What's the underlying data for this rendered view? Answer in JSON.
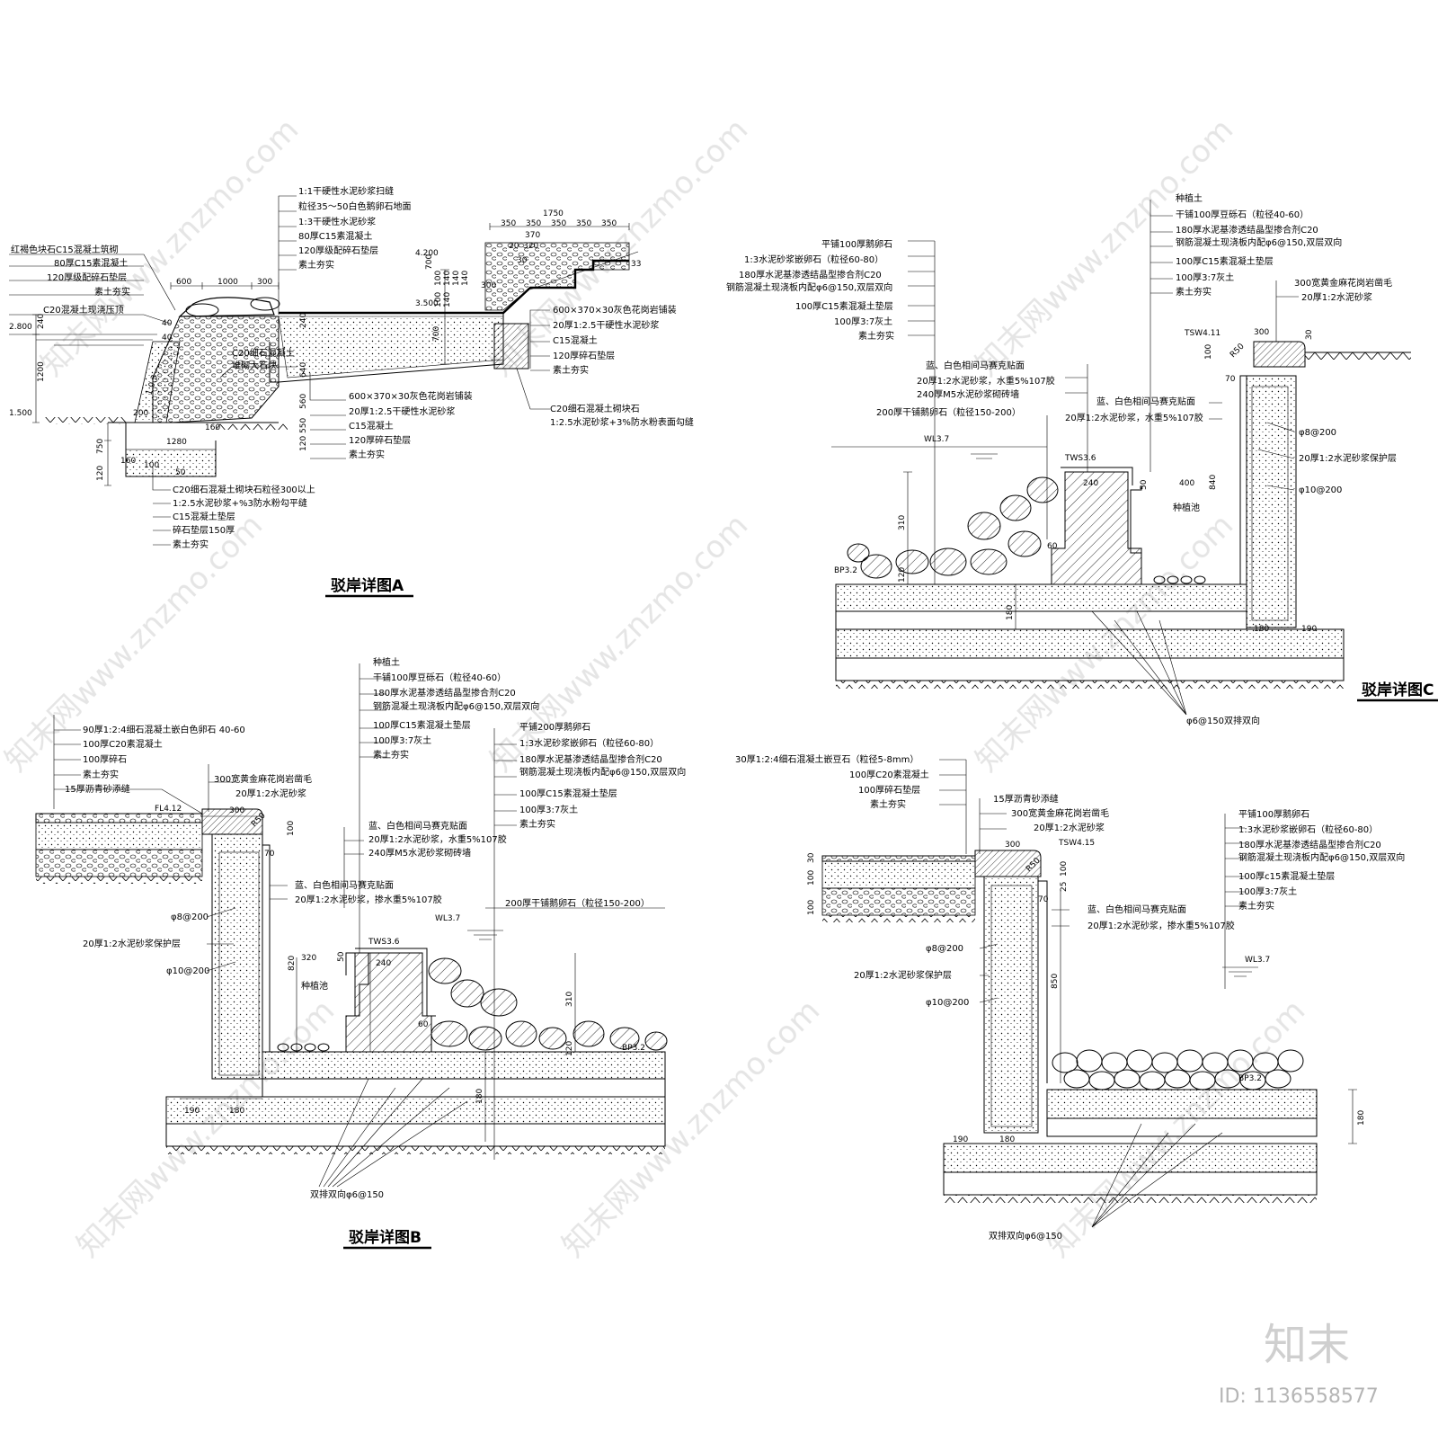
{
  "titles": {
    "a": "驳岸详图A",
    "b": "驳岸详图B",
    "c": "驳岸详图C"
  },
  "watermark": {
    "brand": "知末",
    "id": "ID: 1136558577",
    "site": "知末网www.znzmo.com"
  },
  "detail_a": {
    "labels_left": [
      "红褐色块石C15混凝土筑砌",
      "80厚C15素混凝土",
      "120厚级配碎石垫层",
      "素土夯实",
      "C20混凝土现浇压顶"
    ],
    "labels_top": [
      "1:1干硬性水泥砂浆扫缝",
      "粒径35～50白色鹅卵石地面",
      "1:3干硬性水泥砂浆",
      "80厚C15素混凝土",
      "120厚级配碎石垫层",
      "素土夯实"
    ],
    "labels_mid": [
      "C20细石混凝土",
      "堆砌大石块"
    ],
    "labels_bottom_mid": [
      "600×370×30灰色花岗岩铺装",
      "20厚1:2.5干硬性水泥砂浆",
      "C15混凝土",
      "120厚碎石垫层",
      "素土夯实"
    ],
    "labels_right": [
      "600×370×30灰色花岗岩铺装",
      "20厚1:2.5干硬性水泥砂浆",
      "C15混凝土",
      "120厚碎石垫层",
      "素土夯实"
    ],
    "labels_right2": [
      "C20细石混凝土砌块石",
      "1:2.5水泥砂浆+3%防水粉表面勾缝"
    ],
    "labels_bottom": [
      "C20细石混凝土砌块石粒径300以上",
      "1:2.5水泥砂浆+%3防水粉勾平缝",
      "C15混凝土垫层",
      "碎石垫层150厚",
      "素土夯实"
    ],
    "levels": [
      "2.800",
      "1.500",
      "4.200",
      "3.500"
    ],
    "dims_top": [
      "600",
      "1000",
      "300"
    ],
    "dims_stair": [
      "1750",
      "350",
      "350",
      "350",
      "350",
      "350",
      "370",
      "20",
      "320",
      "30",
      "300",
      "33"
    ],
    "dims_left": [
      "240",
      "1200",
      "40",
      "40",
      "200",
      "160",
      "750",
      "120",
      "1280",
      "160",
      "100",
      "50"
    ],
    "dims_vert": [
      "100",
      "140",
      "140",
      "100",
      "140",
      "700",
      "640",
      "560",
      "120",
      "550",
      "700",
      "240",
      "140"
    ],
    "slope": "1:0.3"
  },
  "detail_b": {
    "labels_left": [
      "90厚1:2:4细石混凝土嵌白色卵石 40-60",
      "100厚C20素混凝土",
      "100厚碎石",
      "素土夯实",
      "15厚沥青砂添缝"
    ],
    "labels_cap": [
      "300宽黄金麻花岗岩凿毛",
      "20厚1:2水泥砂浆"
    ],
    "labels_top": [
      "种植土",
      "干铺100厚豆砾石（粒径40-60）",
      "180厚水泥基渗透结晶型掺合剂C20",
      "钢筋混凝土现浇板内配φ6@150,双层双向",
      "100厚C15素混凝土垫层",
      "100厚3:7灰土",
      "素土夯实"
    ],
    "labels_right": [
      "平铺200厚鹅卵石",
      "1:3水泥砂浆嵌卵石（粒径60-80）",
      "180厚水泥基渗透结晶型掺合剂C20",
      "钢筋混凝土现浇板内配φ6@150,双层双向",
      "100厚C15素混凝土垫层",
      "100厚3:7灰土",
      "素土夯实"
    ],
    "labels_wall": [
      "蓝、白色相间马赛克贴面",
      "20厚1:2水泥砂浆，水重5%107胶",
      "240厚M5水泥砂浆砌砖墙"
    ],
    "labels_wall2": [
      "蓝、白色相间马赛克贴面",
      "20厚1:2水泥砂浆，掺水重5%107胶"
    ],
    "labels_pebble": "200厚干铺鹅卵石（粒径150-200）",
    "labels_rebar": [
      "φ8@200",
      "20厚1:2水泥砂浆保护层",
      "φ10@200"
    ],
    "rebar_note": "双排双向φ6@150",
    "planting": "种植池",
    "levels": [
      "FL4.12",
      "TWS3.6",
      "WL3.7",
      "BP3.2"
    ],
    "dims": [
      "300",
      "R50",
      "100",
      "70",
      "820",
      "320",
      "50",
      "240",
      "60",
      "310",
      "120",
      "180",
      "190",
      "180"
    ]
  },
  "detail_c": {
    "labels_left": [
      "平铺100厚鹅卵石",
      "1:3水泥砂浆嵌卵石（粒径60-80）",
      "180厚水泥基渗透结晶型掺合剂C20",
      "钢筋混凝土现浇板内配φ6@150,双层双向",
      "100厚C15素混凝土垫层",
      "100厚3:7灰土",
      "素土夯实"
    ],
    "labels_top": [
      "种植土",
      "干铺100厚豆砾石（粒径40-60）",
      "180厚水泥基渗透结晶型掺合剂C20",
      "钢筋混凝土现浇板内配φ6@150,双层双向",
      "100厚C15素混凝土垫层",
      "100厚3:7灰土",
      "素土夯实"
    ],
    "labels_cap": [
      "300宽黄金麻花岗岩凿毛",
      "20厚1:2水泥砂浆"
    ],
    "labels_wall": [
      "蓝、白色相间马赛克贴面",
      "20厚1:2水泥砂浆，水重5%107胶",
      "240厚M5水泥砂浆砌砖墙"
    ],
    "labels_wall2": [
      "蓝、白色相间马赛克贴面",
      "20厚1:2水泥砂浆，水重5%107胶"
    ],
    "labels_pebble": "200厚干铺鹅卵石（粒径150-200）",
    "labels_rebar": [
      "φ8@200",
      "20厚1:2水泥砂浆保护层",
      "φ10@200"
    ],
    "rebar_note": "φ6@150双排双向",
    "planting": "种植池",
    "levels": [
      "TSW4.11",
      "WL3.7",
      "TWS3.6",
      "BP3.2"
    ],
    "dims": [
      "300",
      "30",
      "100",
      "R50",
      "70",
      "240",
      "50",
      "400",
      "840",
      "310",
      "60",
      "120",
      "180",
      "180",
      "190"
    ]
  },
  "detail_d": {
    "labels_left": [
      "30厚1:2:4细石混凝土嵌豆石（粒径5-8mm）",
      "100厚C20素混凝土",
      "100厚碎石垫层",
      "素土夯实"
    ],
    "labels_cap": [
      "15厚沥青砂添缝",
      "300宽黄金麻花岗岩凿毛",
      "20厚1:2水泥砂浆"
    ],
    "labels_right": [
      "平铺100厚鹅卵石",
      "1:3水泥砂浆嵌卵石（粒径60-80）",
      "180厚水泥基渗透结晶型掺合剂C20",
      "钢筋混凝土现浇板内配φ6@150,双层双向",
      "100厚c15素混凝土垫层",
      "100厚3:7灰土",
      "素土夯实"
    ],
    "labels_wall": [
      "蓝、白色相间马赛克贴面",
      "20厚1:2水泥砂浆，掺水重5%107胶"
    ],
    "labels_rebar": [
      "φ8@200",
      "20厚1:2水泥砂浆保护层",
      "φ10@200"
    ],
    "rebar_note": "双排双向φ6@150",
    "levels": [
      "TSW4.15",
      "WL3.7",
      "BP3.2"
    ],
    "dims": [
      "300",
      "R50",
      "100",
      "25",
      "70",
      "100",
      "100",
      "30",
      "850",
      "180",
      "190",
      "180"
    ]
  }
}
